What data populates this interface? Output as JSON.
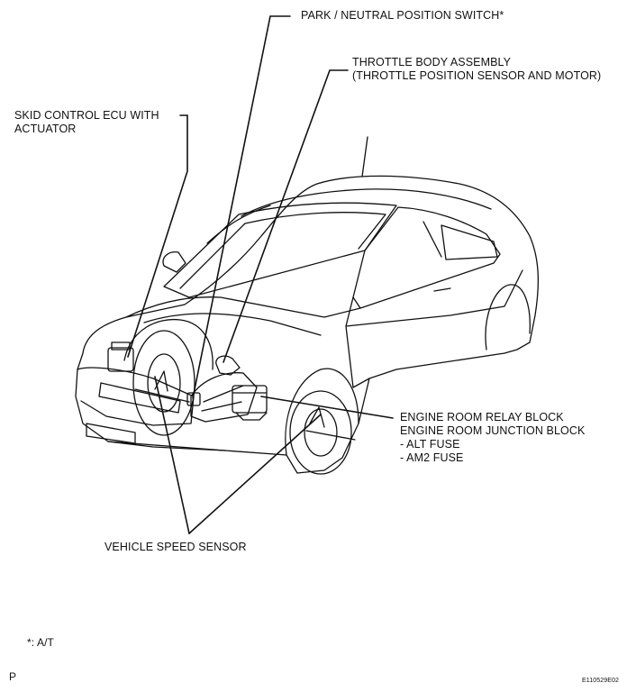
{
  "callouts": {
    "park_neutral": "PARK / NEUTRAL POSITION SWITCH*",
    "throttle_body_line1": "THROTTLE BODY ASSEMBLY",
    "throttle_body_line2": "(THROTTLE POSITION SENSOR AND MOTOR)",
    "skid_control_line1": "SKID CONTROL ECU WITH",
    "skid_control_line2": "ACTUATOR",
    "relay_block": "ENGINE ROOM RELAY BLOCK",
    "junction_block": "ENGINE ROOM JUNCTION BLOCK",
    "alt_fuse": "- ALT FUSE",
    "am2_fuse": "- AM2 FUSE",
    "vehicle_speed_sensor": "VEHICLE SPEED SENSOR"
  },
  "footnote": "*: A/T",
  "corner_letter": "P",
  "figure_code": "E110529E02"
}
